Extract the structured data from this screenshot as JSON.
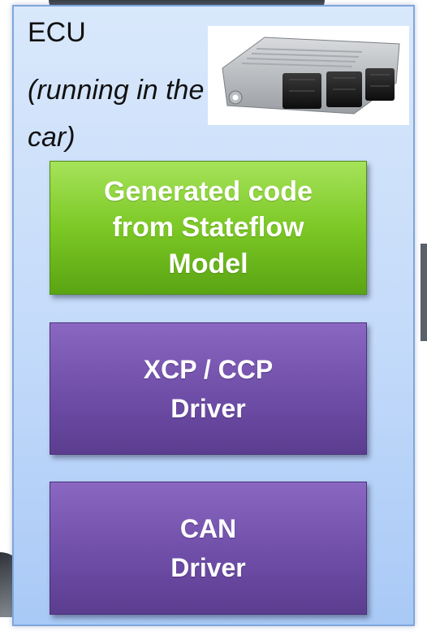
{
  "ecu": {
    "title": "ECU",
    "subtitle": "(running in the car)"
  },
  "blocks": {
    "generated_code": "Generated code from Stateflow Model",
    "xcp_ccp_driver": "XCP / CCP Driver",
    "can_driver": "CAN Driver"
  },
  "colors": {
    "panel_background": "#c3dafa",
    "panel_border": "#7fa6dc",
    "green_block": "#7cc825",
    "purple_block": "#6f4ea8",
    "text_light": "#ffffff",
    "text_dark": "#111111"
  },
  "icons": {
    "ecu_photo": "ecu-hardware-unit-image"
  }
}
